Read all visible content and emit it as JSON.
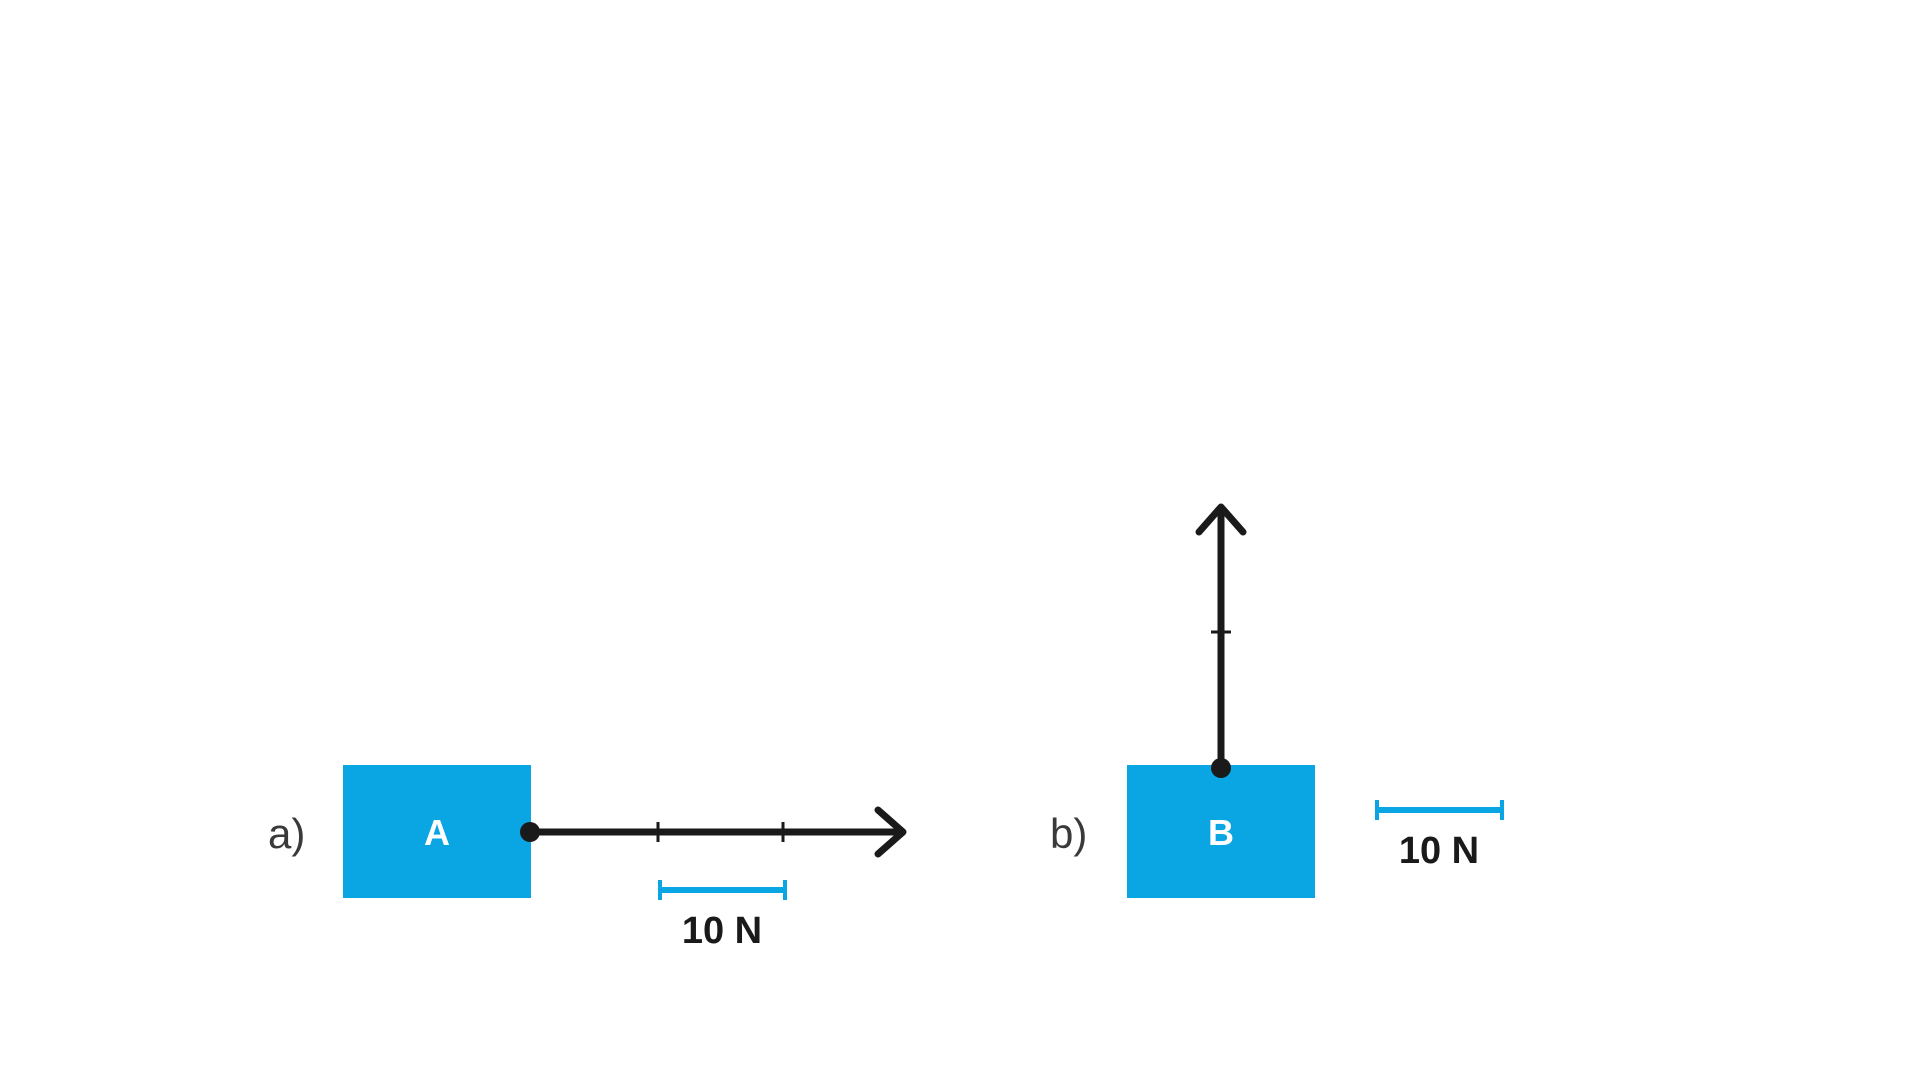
{
  "colors": {
    "block": "#0aa6e3",
    "arrow": "#1a1a1a",
    "scale_bar": "#0aa6e3"
  },
  "parts": [
    {
      "label": "a)",
      "block_label": "A",
      "scale_label": "10 N",
      "force_direction": "right",
      "force_units": 3
    },
    {
      "label": "b)",
      "block_label": "B",
      "scale_label": "10 N",
      "force_direction": "up",
      "force_units": 2
    }
  ]
}
